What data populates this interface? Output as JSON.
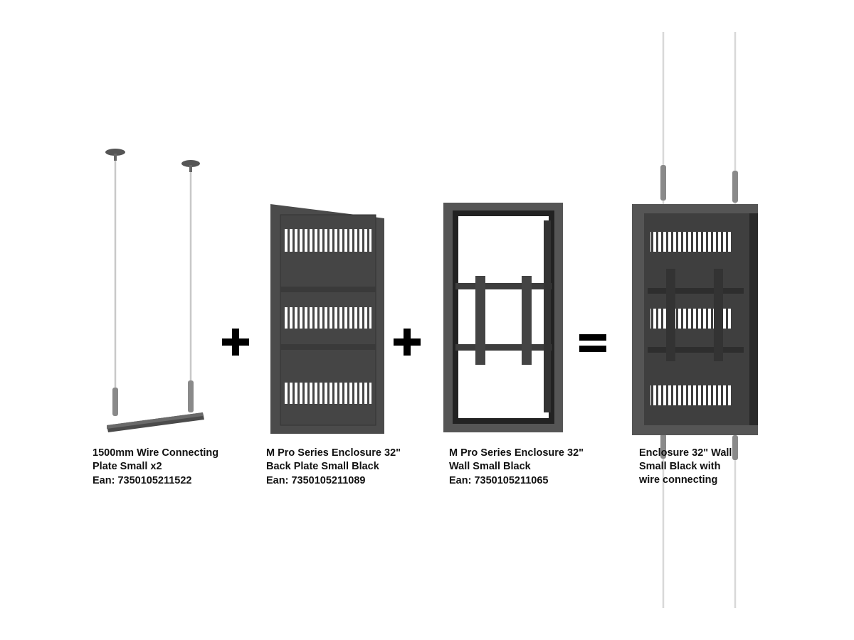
{
  "products": [
    {
      "title_line1": "1500mm Wire Connecting",
      "title_line2": "Plate Small x2",
      "ean": "Ean: 7350105211522"
    },
    {
      "title_line1": "M Pro Series Enclosure 32\"",
      "title_line2": "Back Plate Small Black",
      "ean": "Ean: 7350105211089"
    },
    {
      "title_line1": "M Pro Series Enclosure 32\"",
      "title_line2": "Wall Small Black",
      "ean": "Ean: 7350105211065"
    },
    {
      "title_line1": "Enclosure 32\" Wall",
      "title_line2": "Small Black with",
      "title_line3": "wire connecting"
    }
  ],
  "operators": {
    "plus": "+",
    "equals": "="
  },
  "colors": {
    "metal": "#4b4b4b",
    "metal_dark": "#333333",
    "wire": "#d8d8d8",
    "text": "#111111"
  }
}
